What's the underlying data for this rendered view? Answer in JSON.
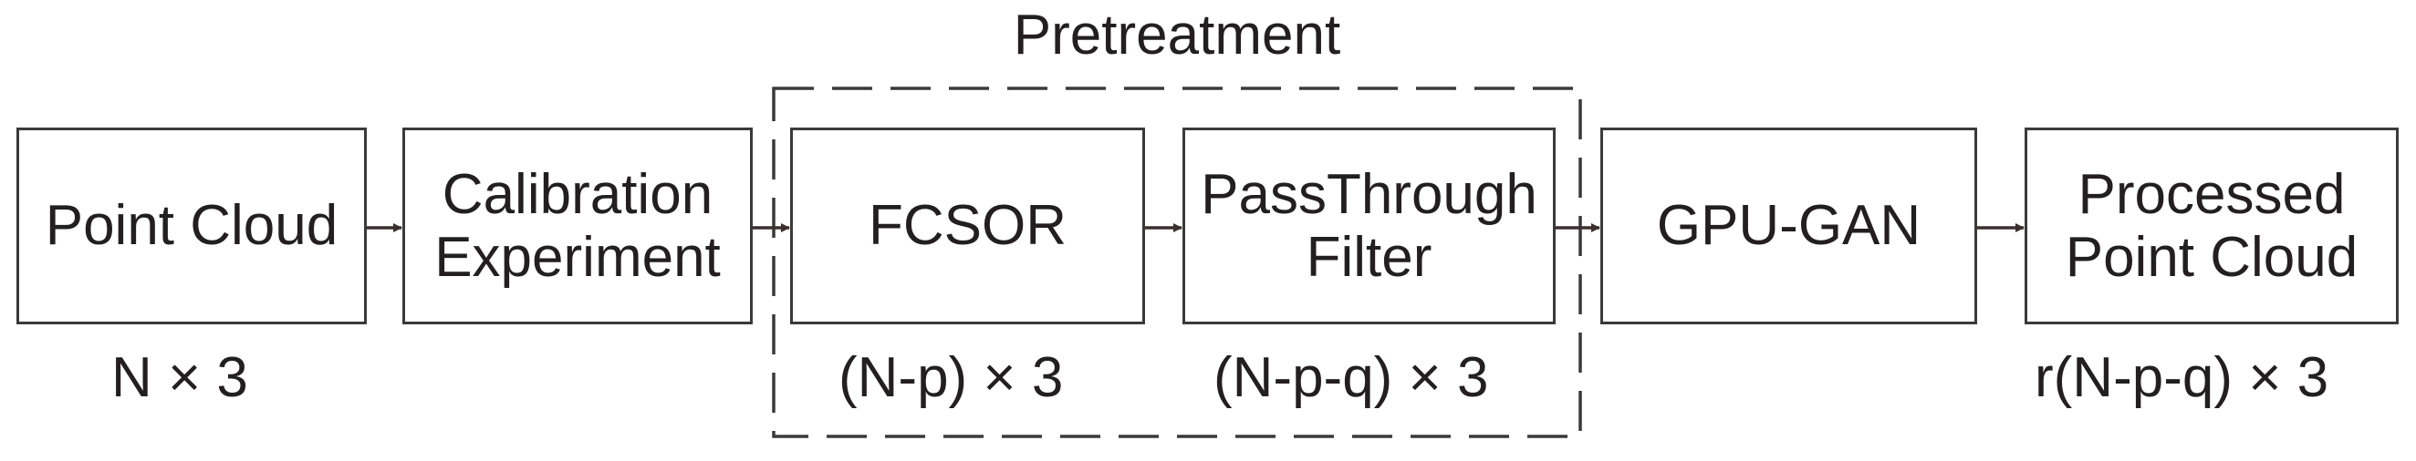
{
  "group": {
    "title": "Pretreatment"
  },
  "boxes": {
    "point_cloud": "Point Cloud",
    "calibration": "Calibration\nExperiment",
    "fcsor": "FCSOR",
    "passthrough": "PassThrough\nFilter",
    "gpu_gan": "GPU-GAN",
    "processed": "Processed\nPoint Cloud"
  },
  "dimensions": {
    "input": "N × 3",
    "after_fcsor": "(N-p) × 3",
    "after_passthrough": "(N-p-q) × 3",
    "output": "r(N-p-q) × 3"
  },
  "colors": {
    "stroke": "#3a3a3a",
    "arrow": "#3b2f2f",
    "text": "#231f20"
  }
}
